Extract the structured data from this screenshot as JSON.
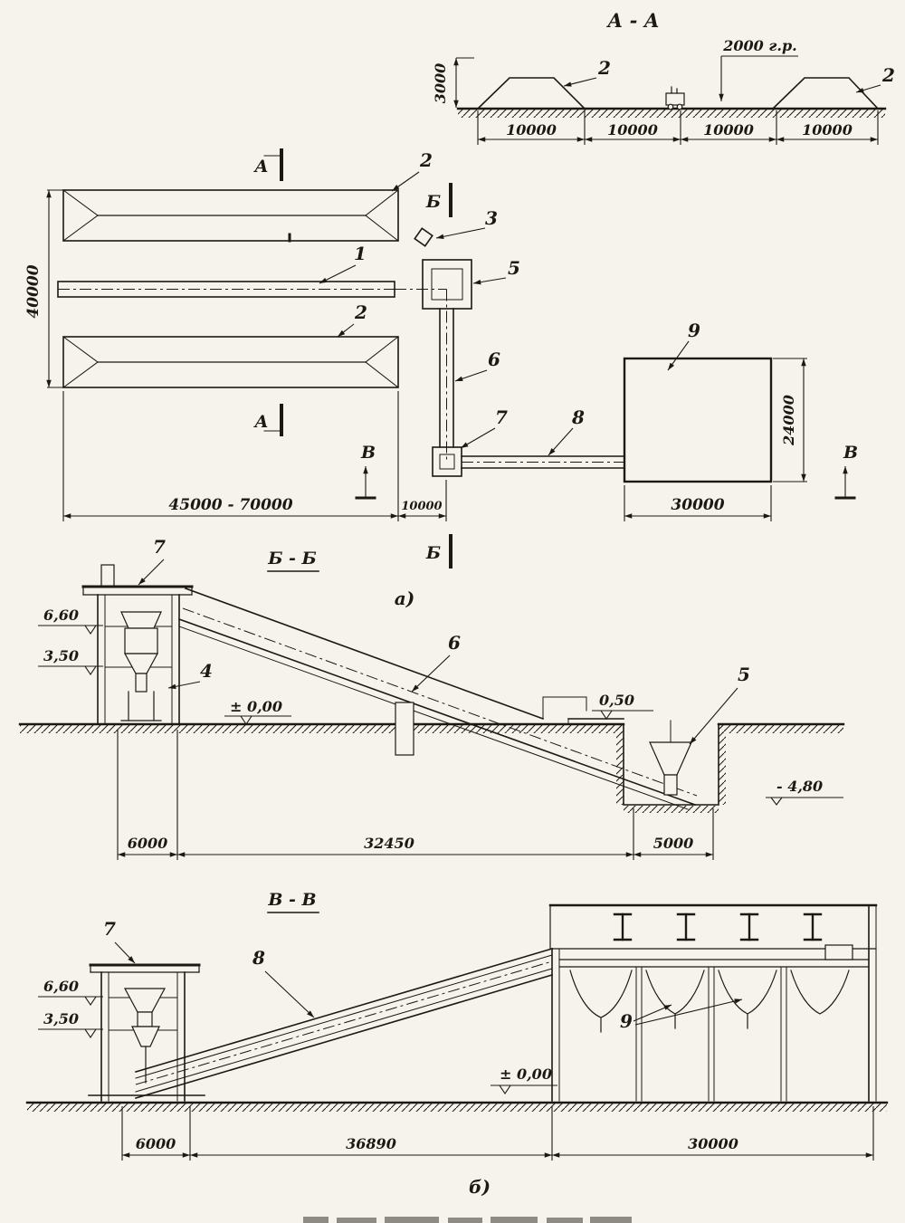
{
  "colors": {
    "paper": "#f5f3ec",
    "ink": "#1c1914"
  },
  "section_aa": {
    "title": "А - А",
    "note": "2000 г.р.",
    "dim_height": "3000",
    "dims": [
      "10000",
      "10000",
      "10000",
      "10000"
    ],
    "callouts": {
      "pile_left": "2",
      "pile_right": "2"
    }
  },
  "plan": {
    "marks": {
      "a_top": "А",
      "a_bottom": "А",
      "b_top": "Б",
      "b_bottom": "Б",
      "v_left": "В",
      "v_right": "В"
    },
    "callouts": {
      "conveyor": "1",
      "pile_top": "2",
      "pile_bottom": "2",
      "tripper": "3",
      "receiving_tower": "5",
      "incline_gallery": "6",
      "transfer_node": "7",
      "horizontal_gallery": "8",
      "building": "9"
    },
    "dims": {
      "length": "45000 - 70000",
      "width": "40000",
      "gap": "10000",
      "building_width": "30000",
      "building_height": "24000"
    },
    "caption": "а)"
  },
  "section_bb": {
    "title": "Б - Б",
    "callouts": {
      "head_house": "7",
      "machine": "4",
      "gallery": "6",
      "pit_boot": "5"
    },
    "elevations": {
      "top": "6,60",
      "mid": "3,50",
      "zero": "± 0,00",
      "half": "0,50",
      "pit": "- 4,80"
    },
    "dims": [
      "6000",
      "32450",
      "5000"
    ]
  },
  "section_vv": {
    "title": "В - В",
    "callouts": {
      "head_house": "7",
      "gallery": "8",
      "hoppers": "9"
    },
    "elevations": {
      "top": "6,60",
      "mid": "3,50",
      "zero": "± 0,00"
    },
    "dims": [
      "6000",
      "36890",
      "30000"
    ],
    "caption": "б)"
  }
}
